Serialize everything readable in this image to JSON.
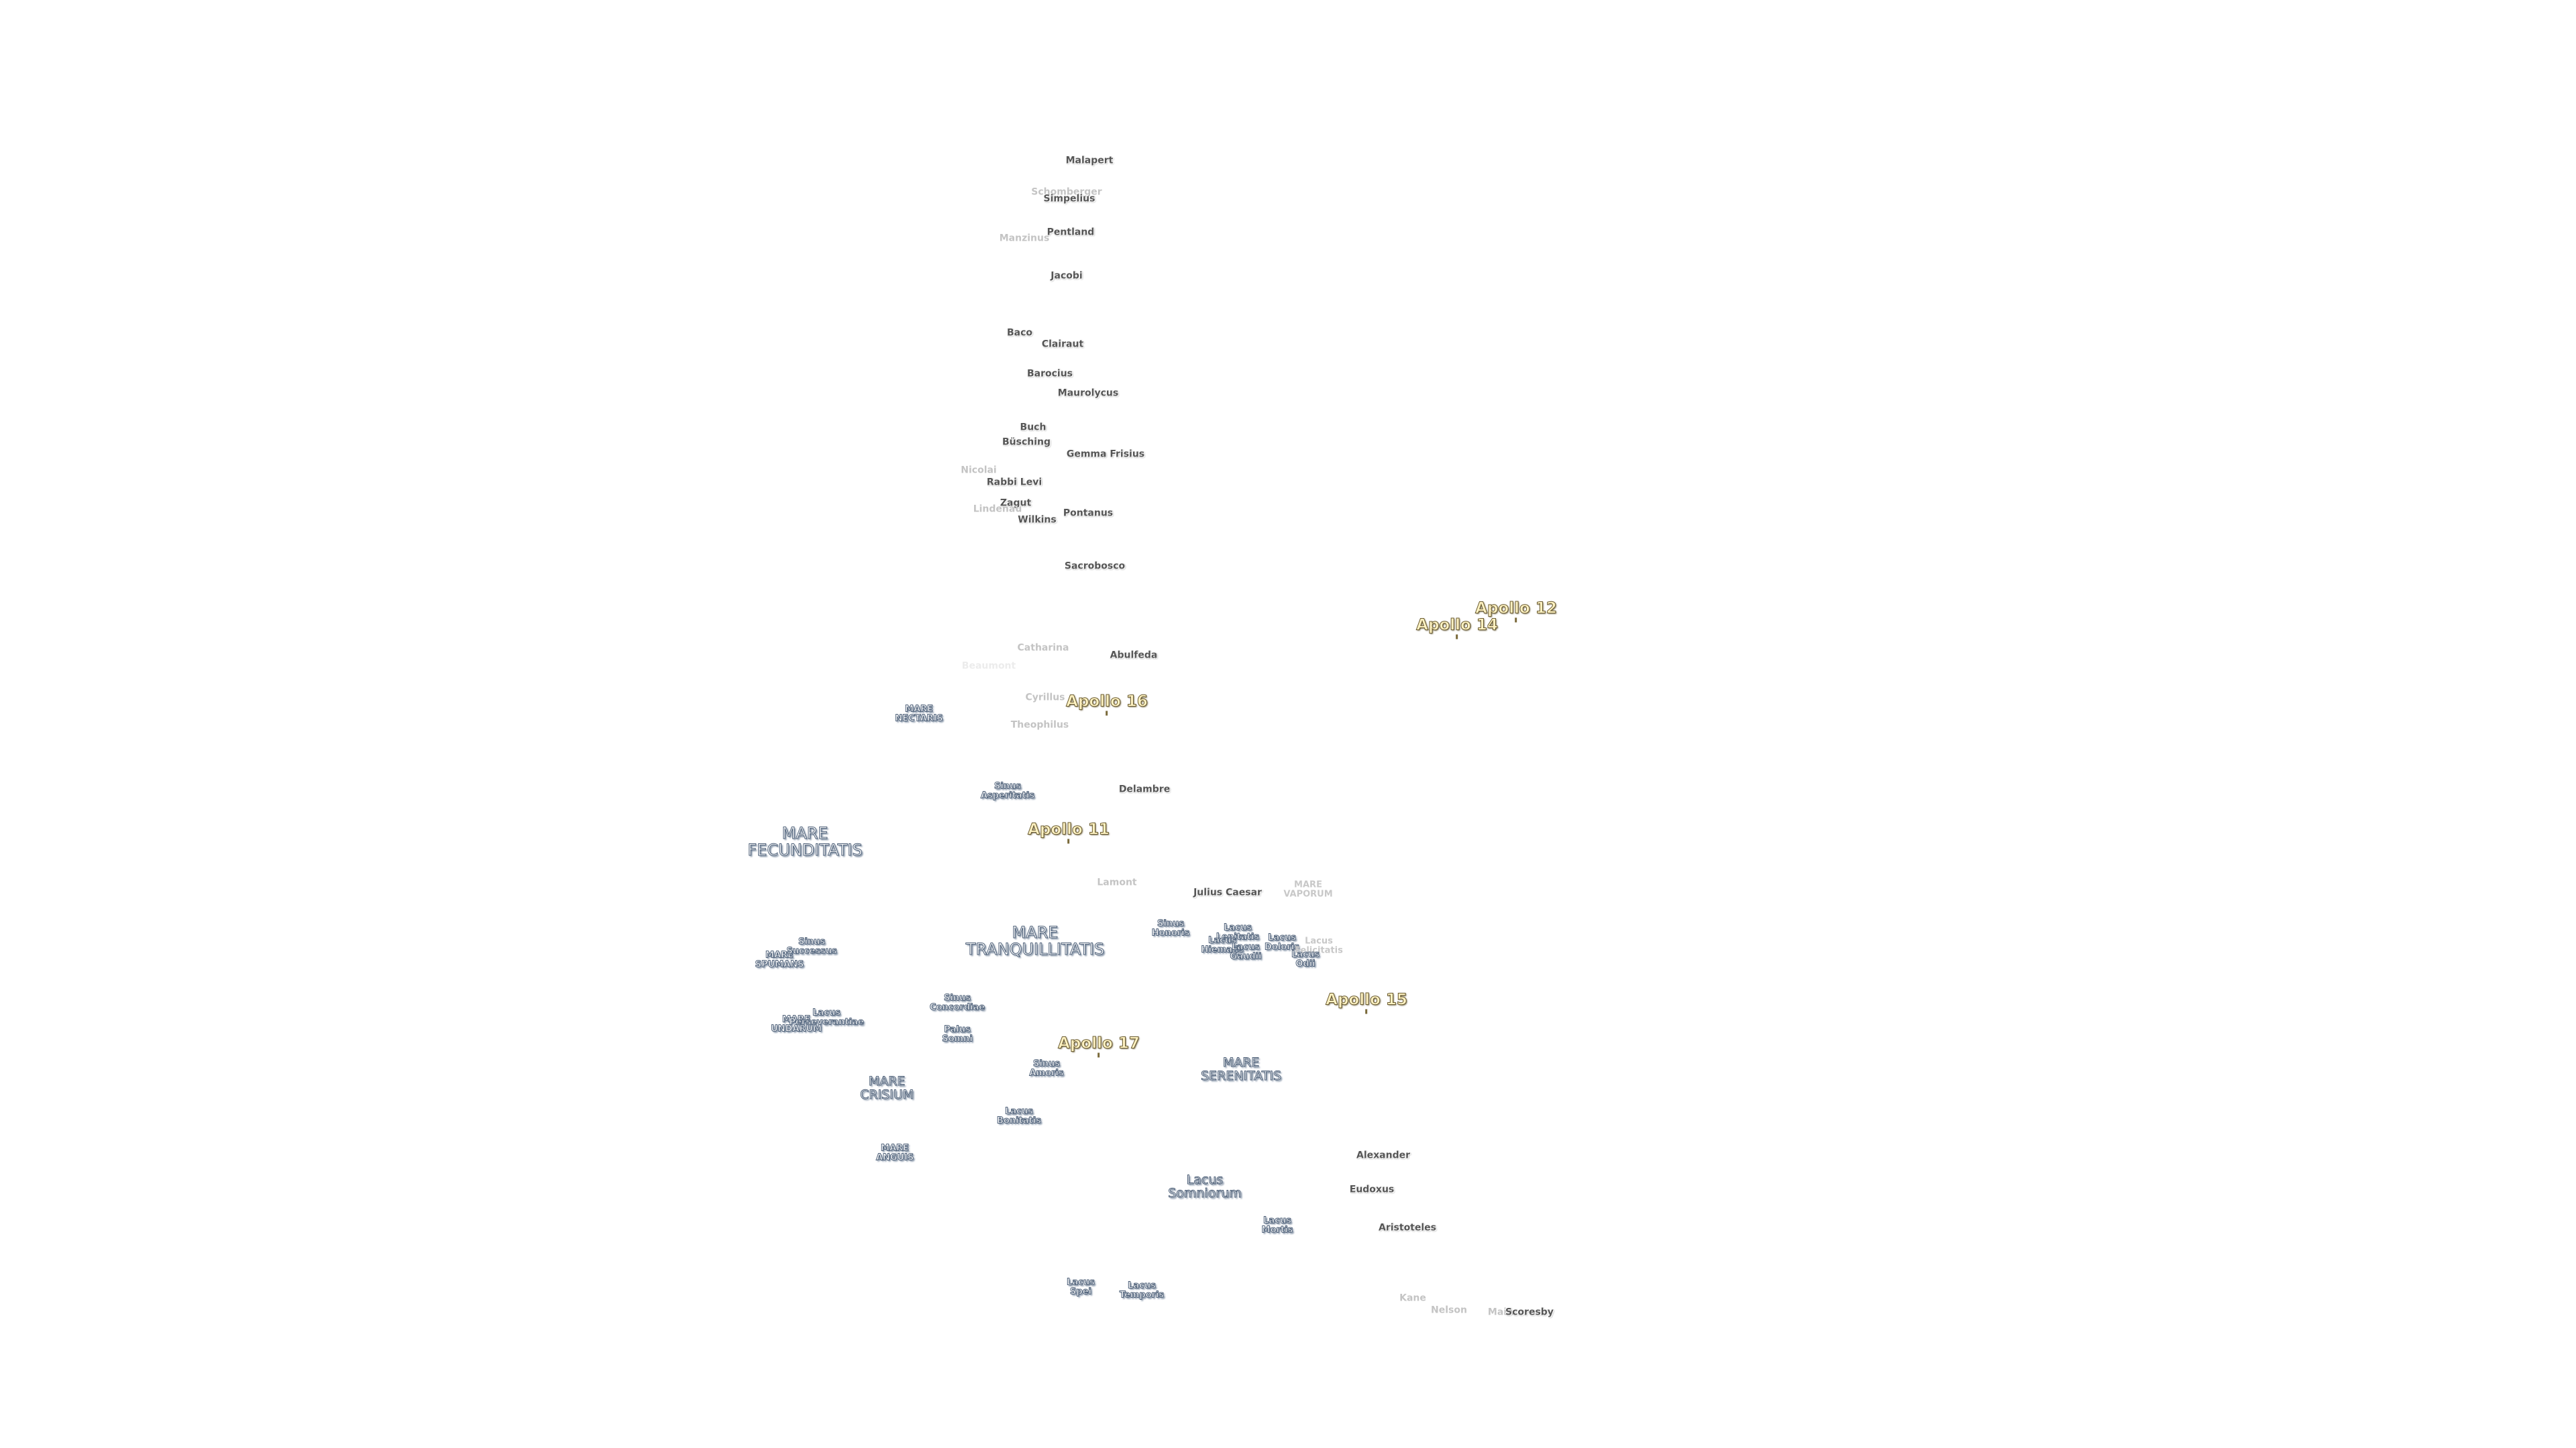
{
  "map": {
    "craters": [
      {
        "id": "malapert",
        "text": "Malapert"
      },
      {
        "id": "schomberger",
        "text": "Schomberger"
      },
      {
        "id": "simpelius",
        "text": "Simpelius"
      },
      {
        "id": "pentland",
        "text": "Pentland"
      },
      {
        "id": "manzinus",
        "text": "Manzinus"
      },
      {
        "id": "jacobi",
        "text": "Jacobi"
      },
      {
        "id": "baco",
        "text": "Baco"
      },
      {
        "id": "clairaut",
        "text": "Clairaut"
      },
      {
        "id": "barocius",
        "text": "Barocius"
      },
      {
        "id": "maurolycus",
        "text": "Maurolycus"
      },
      {
        "id": "buch",
        "text": "Buch"
      },
      {
        "id": "busching",
        "text": "Büsching"
      },
      {
        "id": "gemma-frisius",
        "text": "Gemma Frisius"
      },
      {
        "id": "nicolai",
        "text": "Nicolai"
      },
      {
        "id": "rabbi-levi",
        "text": "Rabbi Levi"
      },
      {
        "id": "zagut",
        "text": "Zagut"
      },
      {
        "id": "lindenau",
        "text": "Lindenau"
      },
      {
        "id": "wilkins",
        "text": "Wilkins"
      },
      {
        "id": "pontanus",
        "text": "Pontanus"
      },
      {
        "id": "sacrobosco",
        "text": "Sacrobosco"
      },
      {
        "id": "catharina",
        "text": "Catharina"
      },
      {
        "id": "abulfeda",
        "text": "Abulfeda"
      },
      {
        "id": "beaumont",
        "text": "Beaumont"
      },
      {
        "id": "cyrillus",
        "text": "Cyrillus"
      },
      {
        "id": "theophilus",
        "text": "Theophilus"
      },
      {
        "id": "delambre",
        "text": "Delambre"
      },
      {
        "id": "lamont",
        "text": "Lamont"
      },
      {
        "id": "julius-caesar",
        "text": "Julius Caesar"
      },
      {
        "id": "alexander",
        "text": "Alexander"
      },
      {
        "id": "eudoxus",
        "text": "Eudoxus"
      },
      {
        "id": "aristoteles",
        "text": "Aristoteles"
      },
      {
        "id": "kane",
        "text": "Kane"
      },
      {
        "id": "nelson",
        "text": "Nelson"
      },
      {
        "id": "main",
        "text": "Main"
      },
      {
        "id": "scoresby",
        "text": "Scoresby"
      }
    ],
    "seas": [
      {
        "id": "mare-nectaris",
        "lines": [
          "MARE",
          "NECTARIS"
        ]
      },
      {
        "id": "mare-fecunditatis",
        "lines": [
          "MARE",
          "FECUNDITATIS"
        ]
      },
      {
        "id": "mare-vaporum",
        "lines": [
          "MARE",
          "VAPORUM"
        ]
      },
      {
        "id": "mare-tranquillitatis",
        "lines": [
          "MARE",
          "TRANQUILLITATIS"
        ]
      },
      {
        "id": "mare-spumans",
        "lines": [
          "MARE",
          "SPUMANS"
        ]
      },
      {
        "id": "mare-undarum",
        "lines": [
          "MARE",
          "UNDARUM"
        ]
      },
      {
        "id": "mare-crisium",
        "lines": [
          "MARE",
          "CRISIUM"
        ]
      },
      {
        "id": "mare-serenitatis",
        "lines": [
          "MARE",
          "SERENITATIS"
        ]
      },
      {
        "id": "mare-anguis",
        "lines": [
          "MARE",
          "ANGUIS"
        ]
      },
      {
        "id": "sinus-asperitatis",
        "lines": [
          "Sinus",
          "Asperitatis"
        ]
      },
      {
        "id": "sinus-honoris",
        "lines": [
          "Sinus",
          "Honoris"
        ]
      },
      {
        "id": "sinus-successus",
        "lines": [
          "Sinus",
          "Successus"
        ]
      },
      {
        "id": "sinus-concordiae",
        "lines": [
          "Sinus",
          "Concordiae"
        ]
      },
      {
        "id": "sinus-amoris",
        "lines": [
          "Sinus",
          "Amoris"
        ]
      },
      {
        "id": "palus-somni",
        "lines": [
          "Palus",
          "Somni"
        ]
      },
      {
        "id": "lacus-perseverantiae",
        "lines": [
          "Lacus",
          "Perseverantiae"
        ]
      },
      {
        "id": "lacus-bonitatis",
        "lines": [
          "Lacus",
          "Bonitatis"
        ]
      },
      {
        "id": "lacus-somniorum",
        "lines": [
          "Lacus",
          "Somniorum"
        ]
      },
      {
        "id": "lacus-mortis",
        "lines": [
          "Lacus",
          "Mortis"
        ]
      },
      {
        "id": "lacus-spei",
        "lines": [
          "Lacus",
          "Spei"
        ]
      },
      {
        "id": "lacus-temporis",
        "lines": [
          "Lacus",
          "Temporis"
        ]
      },
      {
        "id": "lacus-lenitatis",
        "lines": [
          "Lacus",
          "Lenitatis"
        ]
      },
      {
        "id": "lacus-hiemalis",
        "lines": [
          "Lacus",
          "Hiemalis"
        ]
      },
      {
        "id": "lacus-gaudii",
        "lines": [
          "Lacus",
          "Gaudii"
        ]
      },
      {
        "id": "lacus-doloris",
        "lines": [
          "Lacus",
          "Doloris"
        ]
      },
      {
        "id": "lacus-felicitatis",
        "lines": [
          "Lacus",
          "Felicitatis"
        ]
      },
      {
        "id": "lacus-odii",
        "lines": [
          "Lacus",
          "Odii"
        ]
      }
    ],
    "landing_sites": [
      {
        "id": "apollo-12",
        "text": "Apollo 12"
      },
      {
        "id": "apollo-14",
        "text": "Apollo 14"
      },
      {
        "id": "apollo-16",
        "text": "Apollo 16"
      },
      {
        "id": "apollo-11",
        "text": "Apollo 11"
      },
      {
        "id": "apollo-15",
        "text": "Apollo 15"
      },
      {
        "id": "apollo-17",
        "text": "Apollo 17"
      }
    ]
  }
}
